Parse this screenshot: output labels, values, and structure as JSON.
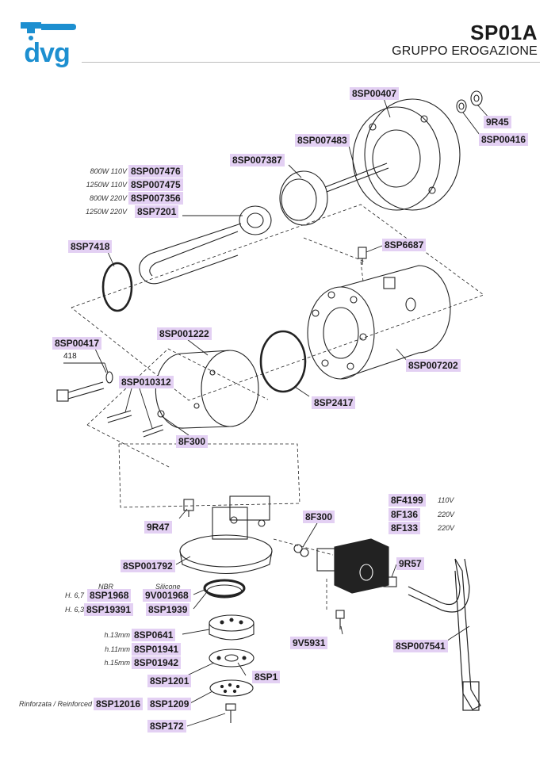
{
  "header": {
    "logo": "dvg",
    "code": "SP01A",
    "title": "GRUPPO EROGAZIONE"
  },
  "colors": {
    "brand": "#1d8fd0",
    "label_bg": "#e3d0f3",
    "line": "#222222"
  },
  "labels": {
    "8SP00407": "8SP00407",
    "9R45": "9R45",
    "8SP00416": "8SP00416",
    "8SP007483": "8SP007483",
    "8SP007387": "8SP007387",
    "8SP007476": "8SP007476",
    "8SP007475": "8SP007475",
    "8SP007356": "8SP007356",
    "8SP7201": "8SP7201",
    "8SP7418": "8SP7418",
    "8SP6687": "8SP6687",
    "8SP001222": "8SP001222",
    "8SP00417": "8SP00417",
    "8SP010312": "8SP010312",
    "8SP007202": "8SP007202",
    "8SP2417": "8SP2417",
    "8F300_a": "8F300",
    "9R47": "9R47",
    "8F300_b": "8F300",
    "8F4199": "8F4199",
    "8F136": "8F136",
    "8F133": "8F133",
    "8SP001792": "8SP001792",
    "9R57": "9R57",
    "8SP1968": "8SP1968",
    "9V001968": "9V001968",
    "8SP19391": "8SP19391",
    "8SP1939": "8SP1939",
    "9V5931": "9V5931",
    "8SP007541": "8SP007541",
    "8SP0641": "8SP0641",
    "8SP01941": "8SP01941",
    "8SP01942": "8SP01942",
    "8SP1201": "8SP1201",
    "8SP1": "8SP1",
    "8SP12016": "8SP12016",
    "8SP1209": "8SP1209",
    "8SP172": "8SP172"
  },
  "notes": {
    "800W110V": "800W 110V",
    "1250W110V": "1250W 110V",
    "800W220V": "800W 220V",
    "1250W220V": "1250W 220V",
    "v110": "110V",
    "v220a": "220V",
    "v220b": "220V",
    "nbr": "NBR",
    "silicone": "Silicone",
    "h67": "H. 6,7",
    "h63": "H. 6,3",
    "h13": "h.13mm",
    "h11": "h.11mm",
    "h15": "h.15mm",
    "reinforced": "Rinforzata / Reinforced",
    "n418": "418"
  }
}
